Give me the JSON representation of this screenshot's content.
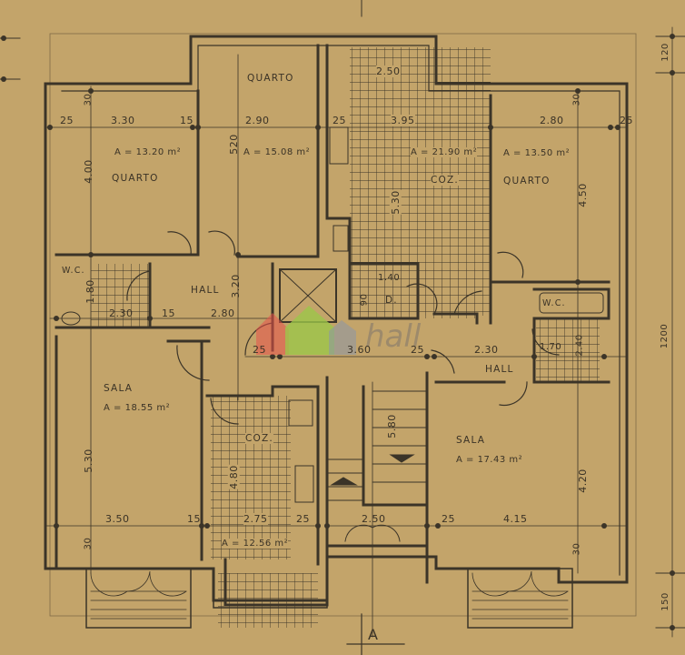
{
  "plan": {
    "section_marker": "A",
    "overall_dims": {
      "top_offset": "120",
      "height": "1200",
      "bottom_offset": "150"
    },
    "rooms": [
      {
        "id": "quarto_nw",
        "name": "QUARTO",
        "area": "A = 13.20 m²",
        "width": "3.30",
        "depth": "4.00"
      },
      {
        "id": "quarto_n",
        "name": "QUARTO",
        "area": "A = 15.08 m²",
        "width": "2.90",
        "depth": "520"
      },
      {
        "id": "coz_n",
        "name": "COZ.",
        "area": "A = 21.90 m²",
        "width": "3.95",
        "depth": "5.30",
        "top_width": "2.50"
      },
      {
        "id": "quarto_ne",
        "name": "QUARTO",
        "area": "A = 13.50 m²",
        "width": "2.80",
        "depth": "4.50"
      },
      {
        "id": "wc_w",
        "name": "W.C.",
        "width": "2.30",
        "depth": "1.80"
      },
      {
        "id": "hall_w",
        "name": "HALL",
        "width": "2.80",
        "depth": "3.20"
      },
      {
        "id": "despensa",
        "name": "D.",
        "width": "1.40",
        "depth": "90"
      },
      {
        "id": "wc_e",
        "name": "W.C.",
        "width": "1.70",
        "depth": "2.40"
      },
      {
        "id": "hall_e",
        "name": "HALL",
        "width": "2.30"
      },
      {
        "id": "sala_w",
        "name": "SALA",
        "area": "A = 18.55 m²",
        "width": "3.50",
        "depth": "5.30"
      },
      {
        "id": "coz_s",
        "name": "COZ.",
        "area": "A = 12.56 m²",
        "width": "2.75",
        "depth": "4.80"
      },
      {
        "id": "escada",
        "name": "",
        "width": "2.50",
        "depth": "5.80"
      },
      {
        "id": "sala_e",
        "name": "SALA",
        "area": "A = 17.43 m²",
        "width": "4.15",
        "depth": "4.20"
      }
    ],
    "misc_dims": {
      "wall_25": "25",
      "wall_15": "15",
      "wall_30": "30",
      "landing": "3.60"
    }
  },
  "watermark": {
    "text": "hall",
    "colors": [
      "#e8524a",
      "#9cc64a",
      "#8b95a8"
    ]
  }
}
